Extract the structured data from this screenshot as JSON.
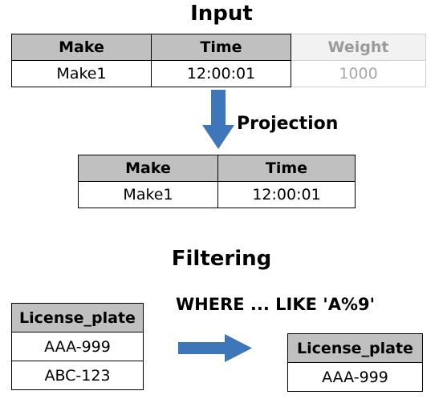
{
  "input": {
    "title": "Input",
    "headers": [
      "Make",
      "Time",
      "Weight"
    ],
    "row": [
      "Make1",
      "12:00:01",
      "1000"
    ]
  },
  "projection": {
    "label": "Projection",
    "headers": [
      "Make",
      "Time"
    ],
    "row": [
      "Make1",
      "12:00:01"
    ]
  },
  "filtering": {
    "title": "Filtering",
    "condition": "WHERE ... LIKE 'A%9'",
    "source": {
      "header": "License_plate",
      "rows": [
        "AAA-999",
        "ABC-123"
      ]
    },
    "result": {
      "header": "License_plate",
      "rows": [
        "AAA-999"
      ]
    }
  },
  "colors": {
    "arrow": "#3d77b9",
    "header_fill": "#c0c0c0",
    "faded_header_fill": "#f2f2f2",
    "faded_text": "#a8a8a8"
  },
  "icons": {
    "down_arrow": "down-arrow-icon",
    "right_arrow": "right-arrow-icon"
  }
}
